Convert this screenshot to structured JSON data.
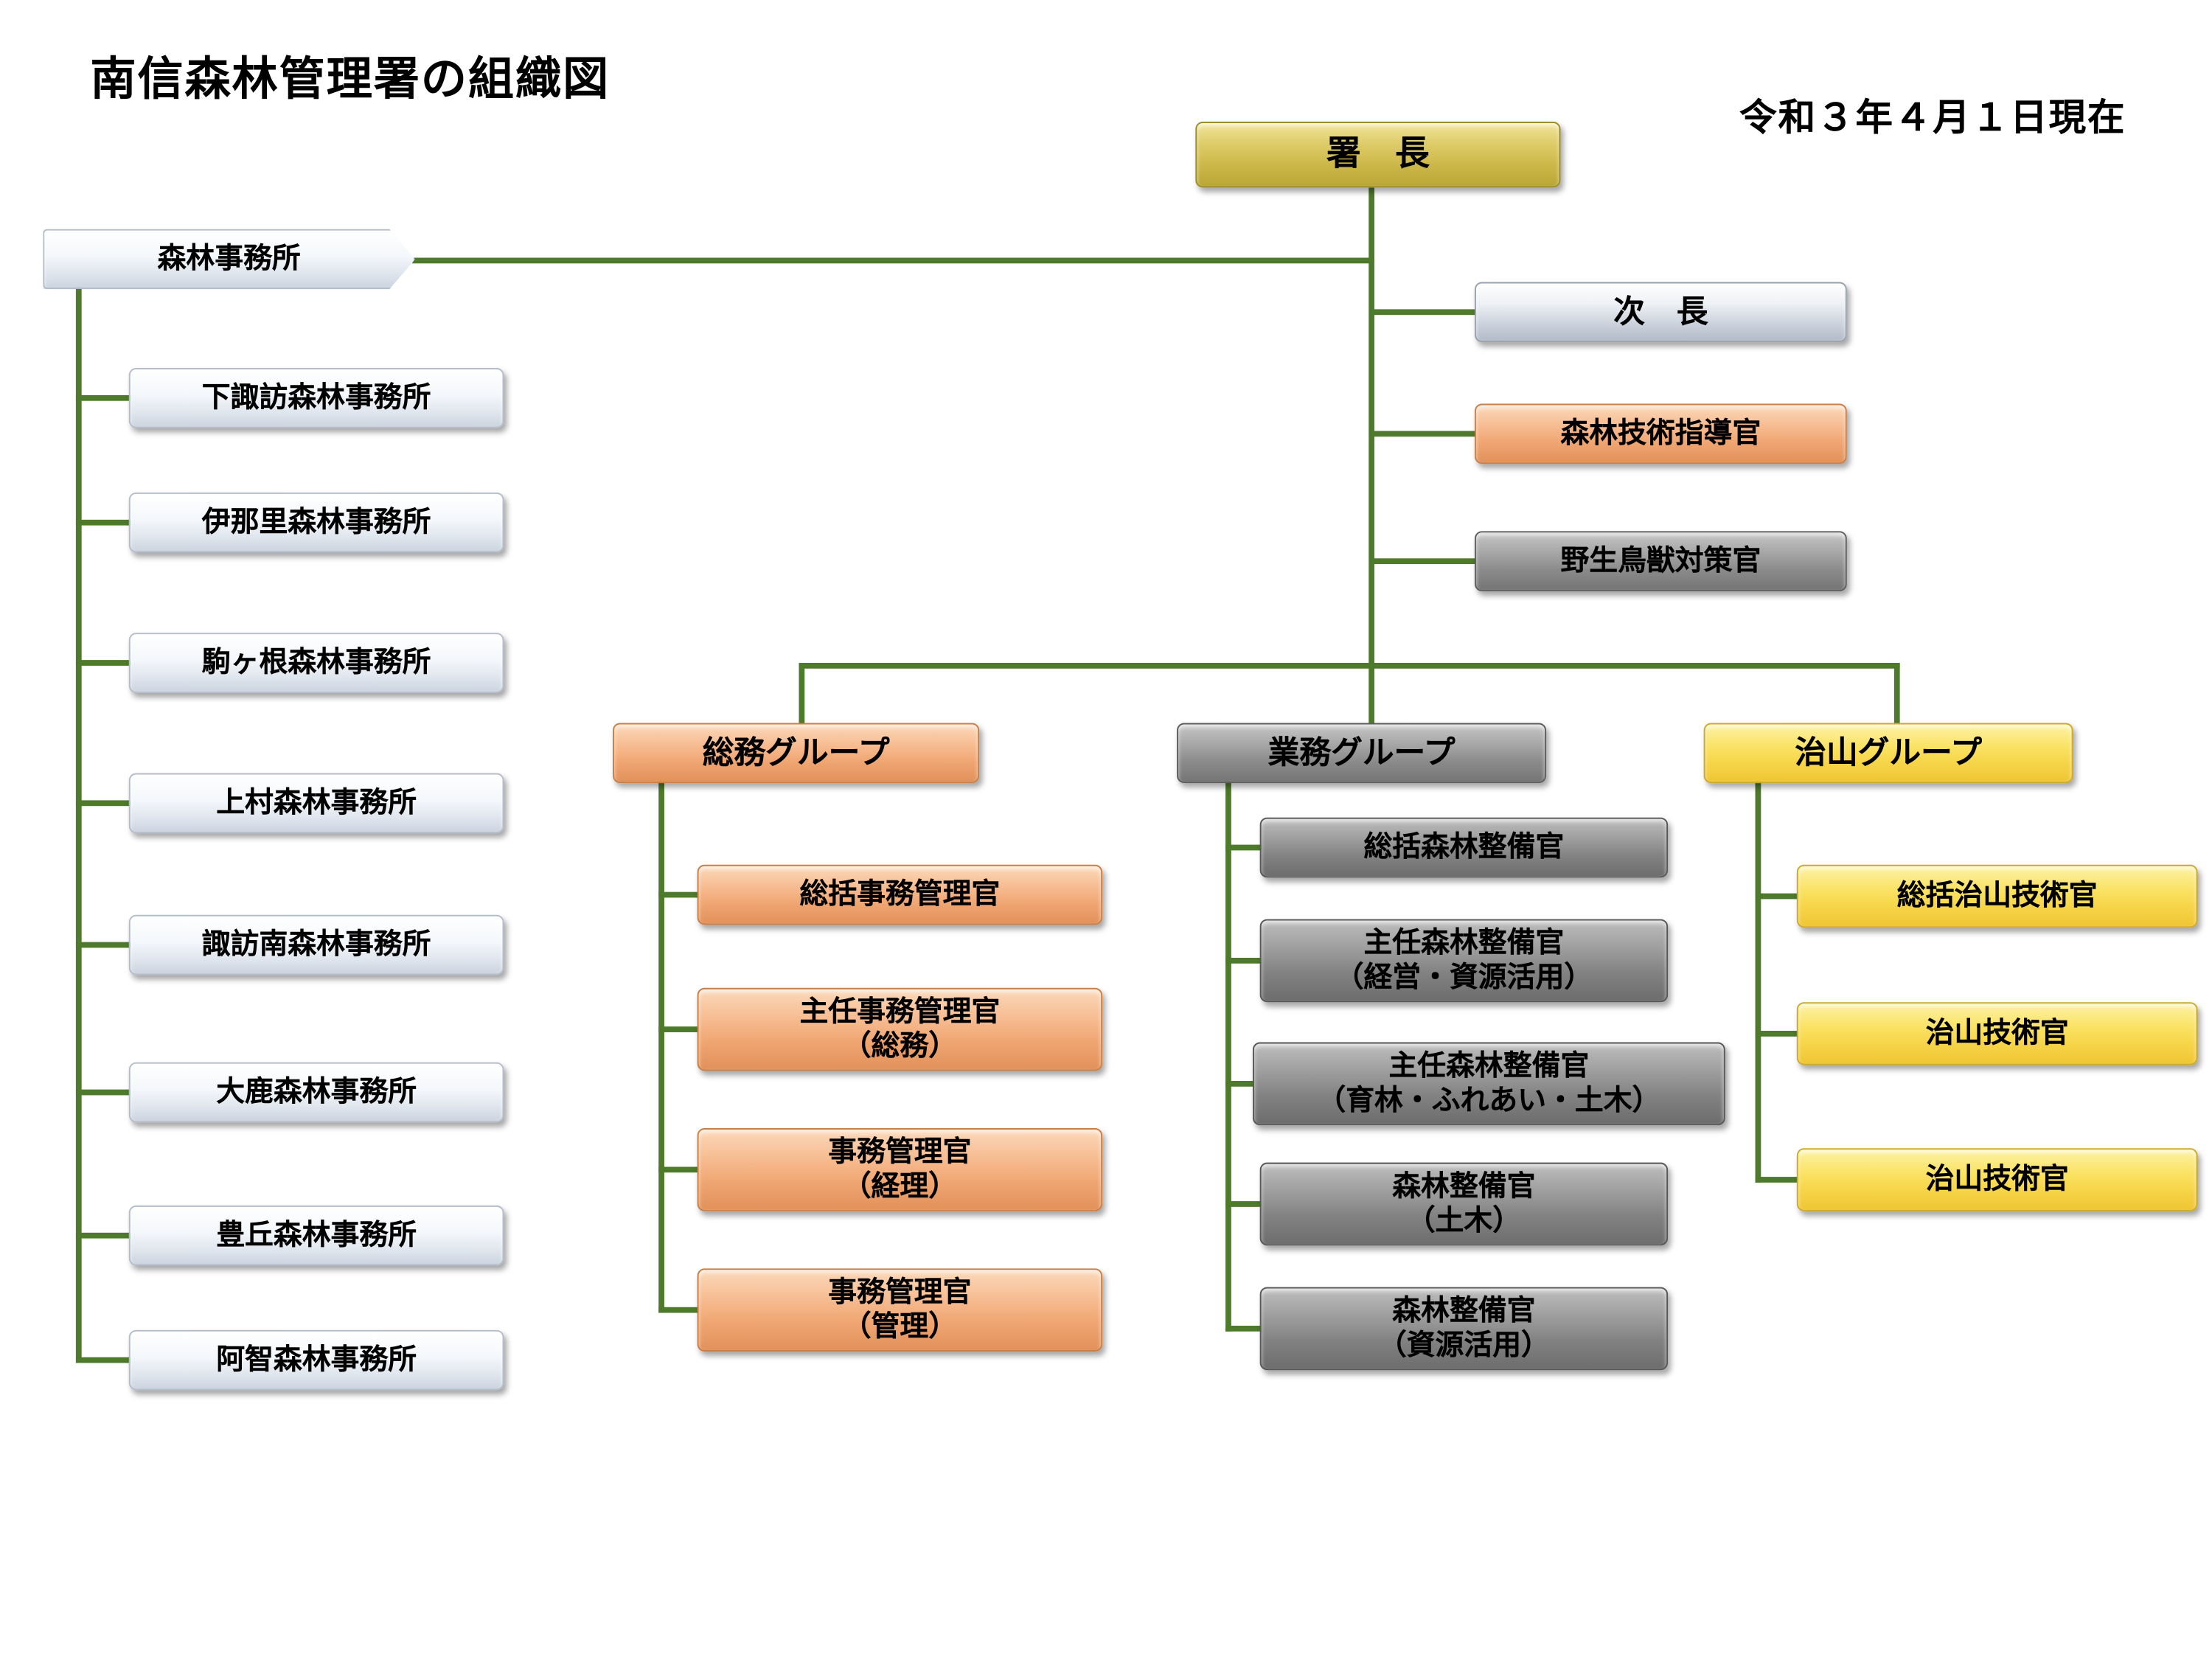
{
  "colors": {
    "connector_green": "#4e7a2c",
    "director_gold": "#d0bc4e",
    "deputy_silver": "#ccd3dd",
    "office_white": "#e0e6ee",
    "admin_orange": "#f0a672",
    "operations_gray": "#8b8b8b",
    "erosion_yellow": "#f7d64a"
  },
  "header": {
    "title": "南信森林管理署の組織図",
    "date": "令和３年４月１日現在"
  },
  "org": {
    "director": "署　長",
    "deputy": "次　長",
    "staff_officers": [
      "森林技術指導官",
      "野生鳥獣対策官"
    ],
    "field_offices": {
      "header": "森林事務所",
      "items": [
        "下諏訪森林事務所",
        "伊那里森林事務所",
        "駒ヶ根森林事務所",
        "上村森林事務所",
        "諏訪南森林事務所",
        "大鹿森林事務所",
        "豊丘森林事務所",
        "阿智森林事務所"
      ]
    },
    "groups": [
      {
        "header": "総務グループ",
        "items": [
          "総括事務管理官",
          "主任事務管理官\n（総務）",
          "事務管理官\n（経理）",
          "事務管理官\n（管理）"
        ]
      },
      {
        "header": "業務グループ",
        "items": [
          "総括森林整備官",
          "主任森林整備官\n（経営・資源活用）",
          "主任森林整備官\n（育林・ふれあい・土木）",
          "森林整備官\n（土木）",
          "森林整備官\n（資源活用）"
        ]
      },
      {
        "header": "治山グループ",
        "items": [
          "総括治山技術官",
          "治山技術官",
          "治山技術官"
        ]
      }
    ]
  }
}
